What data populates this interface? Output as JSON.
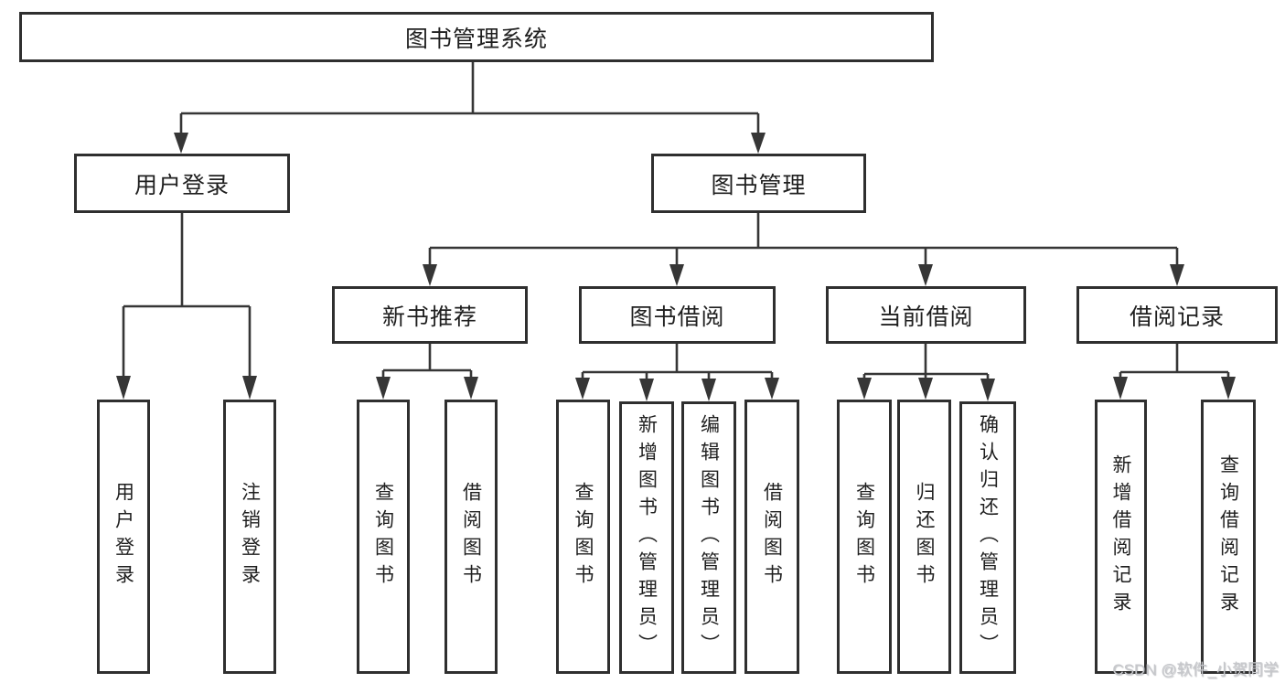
{
  "diagram": {
    "root": "图书管理系统",
    "level2": {
      "login": "用户登录",
      "management": "图书管理"
    },
    "level3": {
      "recommend": "新书推荐",
      "borrow": "图书借阅",
      "current": "当前借阅",
      "records": "借阅记录"
    },
    "leaves": {
      "login": [
        "用户登录",
        "注销登录"
      ],
      "recommend": [
        "查询图书",
        "借阅图书"
      ],
      "borrow": [
        "查询图书",
        "新增图书（管理员）",
        "编辑图书（管理员）",
        "借阅图书"
      ],
      "current": [
        "查询图书",
        "归还图书",
        "确认归还（管理员）"
      ],
      "records": [
        "新增借阅记录",
        "查询借阅记录"
      ]
    }
  },
  "watermark": {
    "text": "CSDN @软件_小贺同学"
  },
  "colors": {
    "line": "#363636",
    "border": "#2f2f2f",
    "text": "#1f1f1f",
    "background": "#ffffff",
    "watermark": "#c6c7cb"
  }
}
